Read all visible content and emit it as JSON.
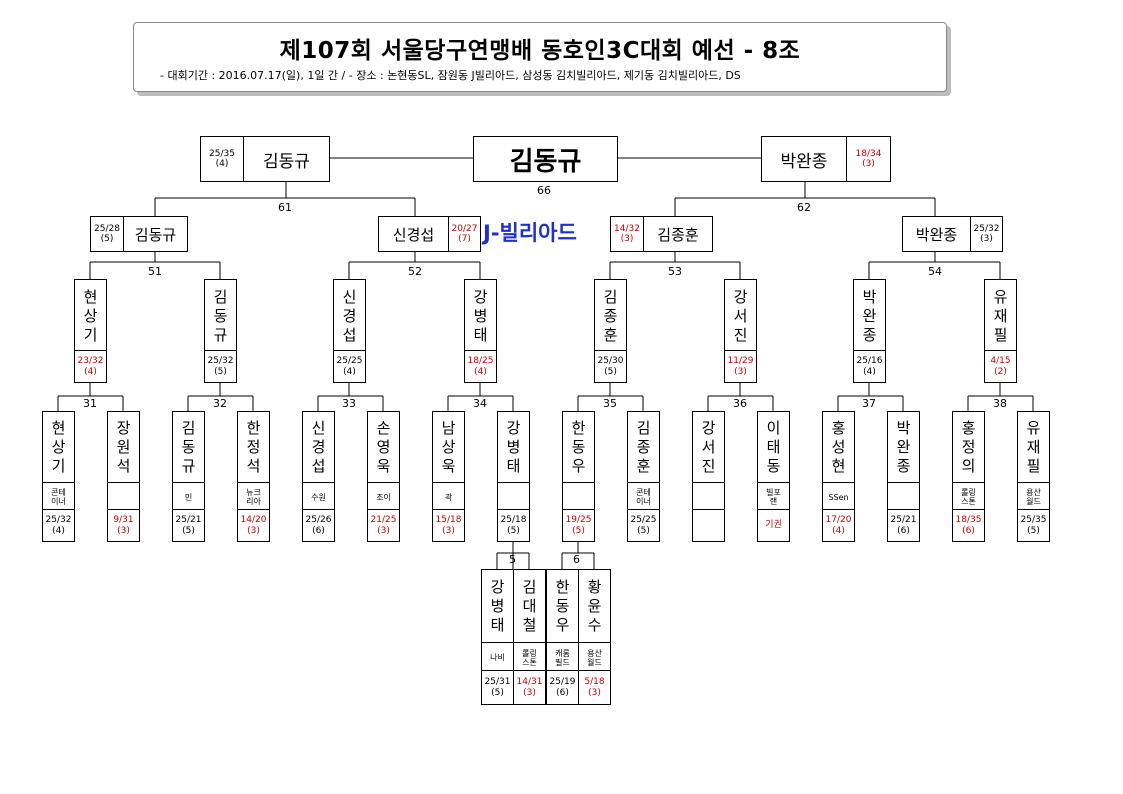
{
  "title": "제107회 서울당구연맹배 동호인3C대회 예선 - 8조",
  "subtitle": "- 대회기간 : 2016.07.17(일), 1일 간 / - 장소 : 논현동SL, 잠원동 J빌리아드, 삼성동 김치빌리아드, 제기동 김치빌리아드, DS",
  "venue": "J-빌리아드",
  "final": {
    "winner": "김동규",
    "match": "66"
  },
  "semis": {
    "left": {
      "name": "김동규",
      "score": "25/35",
      "inning": "(4)"
    },
    "right": {
      "name": "박완종",
      "score": "18/34",
      "inning": "(3)"
    }
  },
  "quarters": {
    "q61": {
      "match": "61",
      "a": {
        "name": "김동규",
        "score": "25/28",
        "inning": "(5)"
      },
      "b": {
        "name": "신경섭",
        "score": "20/27",
        "inning": "(7)"
      }
    },
    "q62": {
      "match": "62",
      "a": {
        "name": "김종훈",
        "score": "14/32",
        "inning": "(3)"
      },
      "b": {
        "name": "박완종",
        "score": "25/32",
        "inning": "(3)"
      }
    }
  },
  "round16": {
    "m51": "51",
    "m52": "52",
    "m53": "53",
    "m54": "54",
    "p1": {
      "name": [
        "현",
        "상",
        "기"
      ],
      "score": "23/32",
      "inning": "(4)"
    },
    "p2": {
      "name": [
        "김",
        "동",
        "규"
      ],
      "score": "25/32",
      "inning": "(5)"
    },
    "p3": {
      "name": [
        "신",
        "경",
        "섭"
      ],
      "score": "25/25",
      "inning": "(4)"
    },
    "p4": {
      "name": [
        "강",
        "병",
        "태"
      ],
      "score": "18/25",
      "inning": "(4)"
    },
    "p5": {
      "name": [
        "김",
        "종",
        "훈"
      ],
      "score": "25/30",
      "inning": "(5)"
    },
    "p6": {
      "name": [
        "강",
        "서",
        "진"
      ],
      "score": "11/29",
      "inning": "(3)"
    },
    "p7": {
      "name": [
        "박",
        "완",
        "종"
      ],
      "score": "25/16",
      "inning": "(4)"
    },
    "p8": {
      "name": [
        "유",
        "재",
        "필"
      ],
      "score": "4/15",
      "inning": "(2)"
    }
  },
  "round32": {
    "m31": "31",
    "m32": "32",
    "m33": "33",
    "m34": "34",
    "m35": "35",
    "m36": "36",
    "m37": "37",
    "m38": "38",
    "e1": {
      "name": [
        "현",
        "상",
        "기"
      ],
      "club": [
        "콘테",
        "이너"
      ],
      "score": "25/32",
      "inning": "(4)"
    },
    "e2": {
      "name": [
        "장",
        "원",
        "석"
      ],
      "club": [],
      "score": "9/31",
      "inning": "(3)"
    },
    "e3": {
      "name": [
        "김",
        "동",
        "규"
      ],
      "club": [
        "민"
      ],
      "score": "25/21",
      "inning": "(5)"
    },
    "e4": {
      "name": [
        "한",
        "정",
        "석"
      ],
      "club": [
        "뉴크",
        "리아"
      ],
      "score": "14/20",
      "inning": "(3)"
    },
    "e5": {
      "name": [
        "신",
        "경",
        "섭"
      ],
      "club": [
        "수원"
      ],
      "score": "25/26",
      "inning": "(6)"
    },
    "e6": {
      "name": [
        "손",
        "영",
        "욱"
      ],
      "club": [
        "조이"
      ],
      "score": "21/25",
      "inning": "(3)"
    },
    "e7": {
      "name": [
        "남",
        "상",
        "욱"
      ],
      "club": [
        "곽"
      ],
      "score": "15/18",
      "inning": "(3)"
    },
    "e8": {
      "name": [
        "강",
        "병",
        "태"
      ],
      "club": [],
      "score": "25/18",
      "inning": "(5)"
    },
    "e9": {
      "name": [
        "한",
        "동",
        "우"
      ],
      "club": [],
      "score": "19/25",
      "inning": "(5)"
    },
    "e10": {
      "name": [
        "김",
        "종",
        "훈"
      ],
      "club": [
        "콘테",
        "이너"
      ],
      "score": "25/25",
      "inning": "(5)"
    },
    "e11": {
      "name": [
        "강",
        "서",
        "진"
      ],
      "club": [],
      "score": "",
      "inning": ""
    },
    "e12": {
      "name": [
        "이",
        "태",
        "동"
      ],
      "club": [
        "빌포",
        "랜"
      ],
      "score": "기권",
      "inning": ""
    },
    "e13": {
      "name": [
        "홍",
        "성",
        "현"
      ],
      "club": [
        "SSen"
      ],
      "score": "17/20",
      "inning": "(4)"
    },
    "e14": {
      "name": [
        "박",
        "완",
        "종"
      ],
      "club": [],
      "score": "25/21",
      "inning": "(6)"
    },
    "e15": {
      "name": [
        "홍",
        "정",
        "의"
      ],
      "club": [
        "롤링",
        "스톤"
      ],
      "score": "18/35",
      "inning": "(6)"
    },
    "e16": {
      "name": [
        "유",
        "재",
        "필"
      ],
      "club": [
        "용산",
        "월드"
      ],
      "score": "25/35",
      "inning": "(5)"
    }
  },
  "prelim": {
    "m5": "5",
    "m6": "6",
    "a1": {
      "name": [
        "강",
        "병",
        "태"
      ],
      "club": [
        "나비"
      ],
      "score": "25/31",
      "inning": "(5)"
    },
    "a2": {
      "name": [
        "김",
        "대",
        "철"
      ],
      "club": [
        "롤링",
        "스톤"
      ],
      "score": "14/31",
      "inning": "(3)"
    },
    "b1": {
      "name": [
        "한",
        "동",
        "우"
      ],
      "club": [
        "캐롬",
        "필드"
      ],
      "score": "25/19",
      "inning": "(6)"
    },
    "b2": {
      "name": [
        "황",
        "윤",
        "수"
      ],
      "club": [
        "용산",
        "월드"
      ],
      "score": "5/18",
      "inning": "(3)"
    }
  },
  "colors": {
    "loser": "#c00000",
    "venue": "#1f2fcc"
  }
}
